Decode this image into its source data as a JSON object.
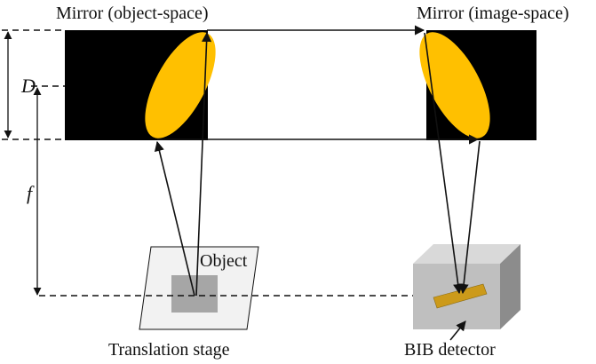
{
  "labels": {
    "mirror_object": "Mirror (object-space)",
    "mirror_image": "Mirror (image-space)",
    "diameter": "D",
    "focal": "f",
    "object": "Object",
    "translation_stage": "Translation stage",
    "detector": "BIB detector"
  },
  "colors": {
    "background": "#ffffff",
    "tube": "#000000",
    "mirror": "#FFC000",
    "stage_fill": "#f2f2f2",
    "object_fill": "#a6a6a6",
    "detector_front": "#bfbfbf",
    "detector_top": "#d9d9d9",
    "detector_side": "#8c8c8c",
    "detector_chip": "#cc9a1a",
    "line": "#111111"
  }
}
